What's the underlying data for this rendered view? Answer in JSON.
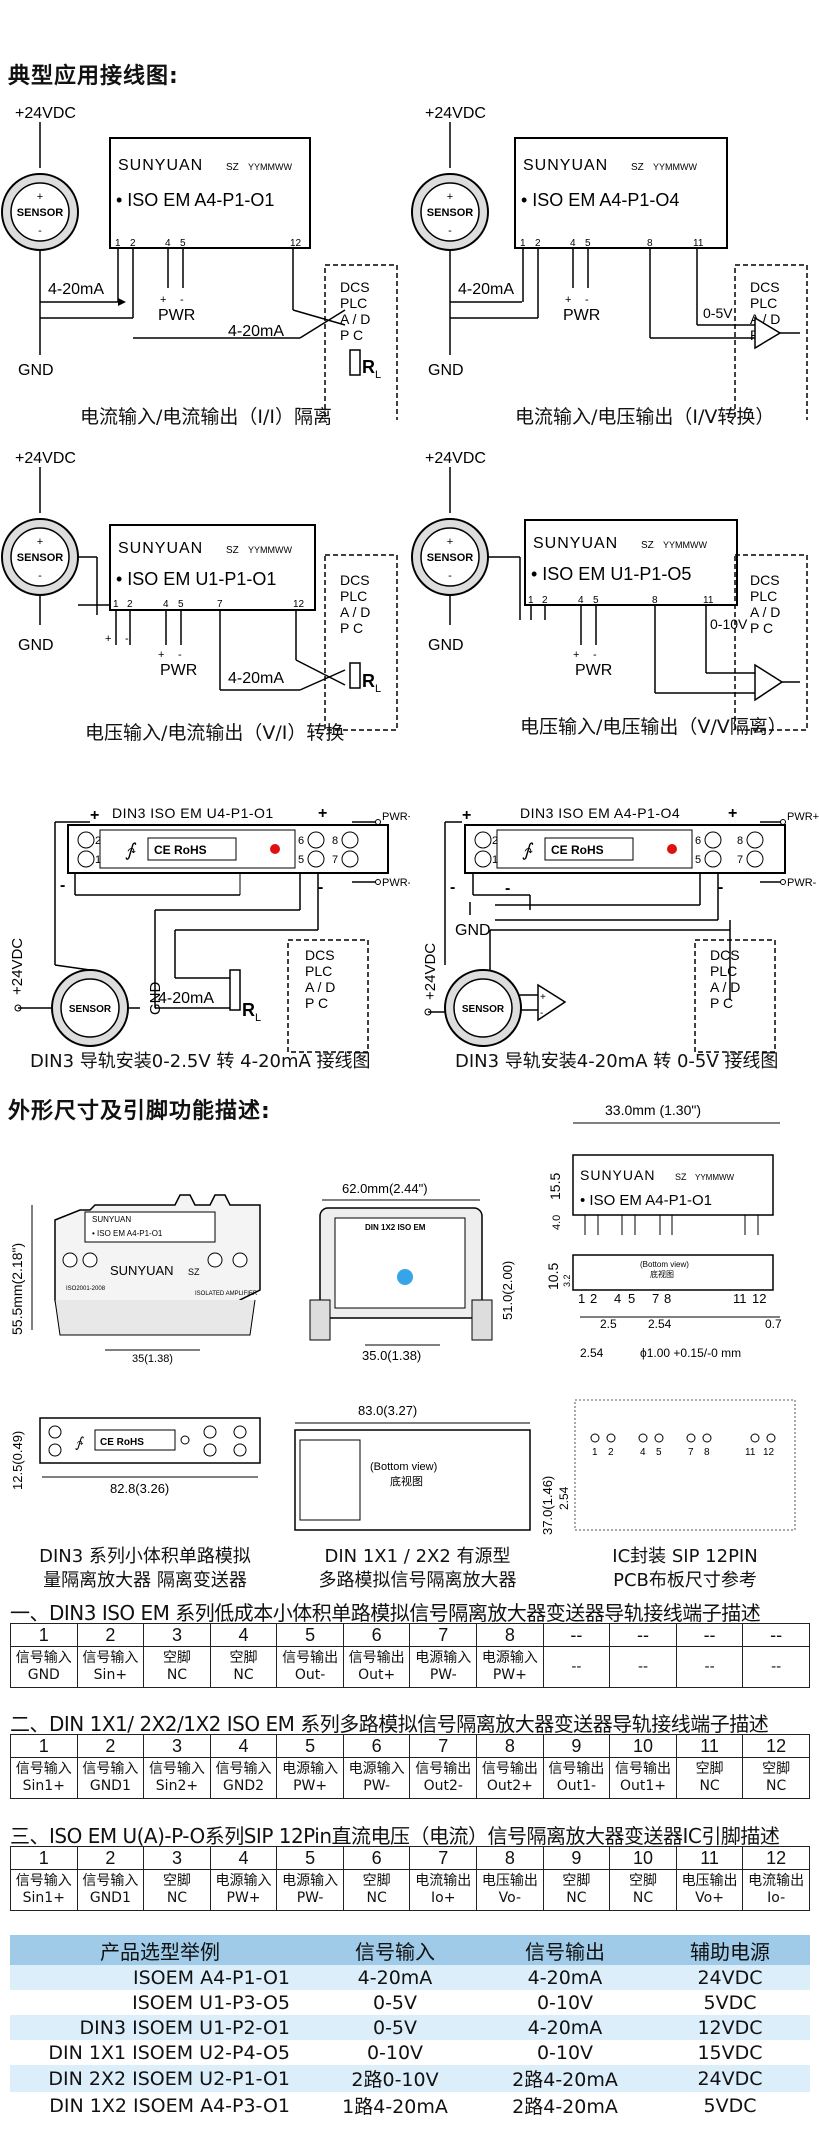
{
  "section_wiring_title": "典型应用接线图:",
  "section_dims_title": "外形尺寸及引脚功能描述:",
  "labels": {
    "vdc": "+24VDC",
    "sensor": "SENSOR",
    "gnd": "GND",
    "pwr": "PWR",
    "ma": "4-20mA",
    "v05": "0-5V",
    "v010": "0-10V",
    "rl": "R",
    "rl_sub": "L",
    "sunyuan": "SUNYUAN",
    "sz": "SZ",
    "yymm": "YYMMWW",
    "dcs": [
      "DCS",
      "PLC",
      "A / D",
      "P   C"
    ],
    "pwr_plus": "PWR+",
    "pwr_minus": "PWR-",
    "ce_rohs": "CE RoHS"
  },
  "diagrams": [
    {
      "model": "• ISO EM A4-P1-O1",
      "pins": [
        "1",
        "2",
        "4",
        "5",
        "12"
      ],
      "caption": "电流输入/电流输出（I/I）隔离"
    },
    {
      "model": "• ISO EM A4-P1-O4",
      "pins": [
        "1",
        "2",
        "4",
        "5",
        "8",
        "11"
      ],
      "caption": "电流输入/电压输出（I/V转换）"
    },
    {
      "model": "• ISO EM U1-P1-O1",
      "pins": [
        "1",
        "2",
        "4",
        "5",
        "7",
        "12"
      ],
      "caption": "电压输入/电流输出（V/I）转换"
    },
    {
      "model": "• ISO EM U1-P1-O5",
      "pins": [
        "1",
        "2",
        "4",
        "5",
        "8",
        "11"
      ],
      "caption": "电压输入/电压输出（V/V隔离）"
    }
  ],
  "din_diagrams": [
    {
      "title": "DIN3 ISO  EM  U4-P1-O1",
      "caption": "DIN3  导轨安装0-2.5V 转 4-20mA 接线图"
    },
    {
      "title": "DIN3 ISO  EM  A4-P1-O4",
      "caption": "DIN3  导轨安装4-20mA 转 0-5V 接线图"
    }
  ],
  "dims": {
    "h55": "55.5mm(2.18\")",
    "w35": "35(1.38)",
    "w62": "62.0mm(2.44\")",
    "h51": "51.0(2.00)",
    "w350": "35.0(1.38)",
    "w33": "33.0mm (1.30\")",
    "h155": "15.5",
    "h40": "4.0",
    "h105": "10.5",
    "h32": "3.2",
    "p25": "2.5",
    "p254": "2.54",
    "p07": "0.7",
    "pcb254": "2.54",
    "hole": "ϕ1.00 +0.15/-0 mm",
    "h125": "12.5(0.49)",
    "w828": "82.8(3.26)",
    "w830": "83.0(3.27)",
    "h370": "37.0(1.46)",
    "bottom_view": "(Bottom view)",
    "bottom_cn": "底视图",
    "din_inner_title": "DIN 1X2 ISO EM",
    "dip_model": "• ISO EM A4-P1-O1",
    "sip_pins": [
      "1",
      "2",
      "4",
      "5",
      "7",
      "8",
      "11",
      "12"
    ],
    "din3_small_model": "• ISO EM A4-P1-O1",
    "din3_iso": "ISO2001-2008",
    "din3_amp": "ISOLATED AMPLIFIER"
  },
  "dim_captions": [
    [
      "DIN3 系列小体积单路模拟",
      "量隔离放大器 隔离变送器"
    ],
    [
      "DIN  1X1 / 2X2  有源型",
      "多路模拟信号隔离放大器"
    ],
    [
      "IC封装  SIP  12PIN",
      "PCB布板尺寸参考"
    ]
  ],
  "table1": {
    "title": "一、DIN3 ISO EM 系列低成本小体积单路模拟信号隔离放大器变送器导轨接线端子描述",
    "nums": [
      "1",
      "2",
      "3",
      "4",
      "5",
      "6",
      "7",
      "8",
      "--",
      "--",
      "--",
      "--"
    ],
    "descs": [
      [
        "信号输入",
        "GND"
      ],
      [
        "信号输入",
        "Sin+"
      ],
      [
        "空脚",
        "NC"
      ],
      [
        "空脚",
        "NC"
      ],
      [
        "信号输出",
        "Out-"
      ],
      [
        "信号输出",
        "Out+"
      ],
      [
        "电源输入",
        "PW-"
      ],
      [
        "电源输入",
        "PW+"
      ],
      [
        "--",
        ""
      ],
      [
        "--",
        ""
      ],
      [
        "--",
        ""
      ],
      [
        "--",
        ""
      ]
    ]
  },
  "table2": {
    "title": "二、DIN  1X1/ 2X2/1X2 ISO EM 系列多路模拟信号隔离放大器变送器导轨接线端子描述",
    "nums": [
      "1",
      "2",
      "3",
      "4",
      "5",
      "6",
      "7",
      "8",
      "9",
      "10",
      "11",
      "12"
    ],
    "descs": [
      [
        "信号输入",
        "Sin1+"
      ],
      [
        "信号输入",
        "GND1"
      ],
      [
        "信号输入",
        "Sin2+"
      ],
      [
        "信号输入",
        "GND2"
      ],
      [
        "电源输入",
        "PW+"
      ],
      [
        "电源输入",
        "PW-"
      ],
      [
        "信号输出",
        "Out2-"
      ],
      [
        "信号输出",
        "Out2+"
      ],
      [
        "信号输出",
        "Out1-"
      ],
      [
        "信号输出",
        "Out1+"
      ],
      [
        "空脚",
        "NC"
      ],
      [
        "空脚",
        "NC"
      ]
    ]
  },
  "table3": {
    "title": "三、ISO EM U(A)-P-O系列SIP 12Pin直流电压（电流）信号隔离放大器变送器IC引脚描述",
    "nums": [
      "1",
      "2",
      "3",
      "4",
      "5",
      "6",
      "7",
      "8",
      "9",
      "10",
      "11",
      "12"
    ],
    "descs": [
      [
        "信号输入",
        "Sin1+"
      ],
      [
        "信号输入",
        "GND1"
      ],
      [
        "空脚",
        "NC"
      ],
      [
        "电源输入",
        "PW+"
      ],
      [
        "电源输入",
        "PW-"
      ],
      [
        "空脚",
        "NC"
      ],
      [
        "电流输出",
        "Io+"
      ],
      [
        "电压输出",
        "Vo-"
      ],
      [
        "空脚",
        "NC"
      ],
      [
        "空脚",
        "NC"
      ],
      [
        "电压输出",
        "Vo+"
      ],
      [
        "电流输出",
        "Io-"
      ]
    ]
  },
  "selection": {
    "headers": [
      "产品选型举例",
      "信号输入",
      "信号输出",
      "辅助电源"
    ],
    "rows": [
      [
        "ISOEM A4-P1-O1",
        "4-20mA",
        "4-20mA",
        "24VDC"
      ],
      [
        "ISOEM U1-P3-O5",
        "0-5V",
        "0-10V",
        "5VDC"
      ],
      [
        "DIN3  ISOEM U1-P2-O1",
        "0-5V",
        "4-20mA",
        "12VDC"
      ],
      [
        "DIN 1X1  ISOEM U2-P4-O5",
        "0-10V",
        "0-10V",
        "15VDC"
      ],
      [
        "DIN 2X2  ISOEM U2-P1-O1",
        "2路0-10V",
        "2路4-20mA",
        "24VDC"
      ],
      [
        "DIN 1X2  ISOEM A4-P3-O1",
        "1路4-20mA",
        "2路4-20mA",
        "5VDC"
      ]
    ]
  }
}
